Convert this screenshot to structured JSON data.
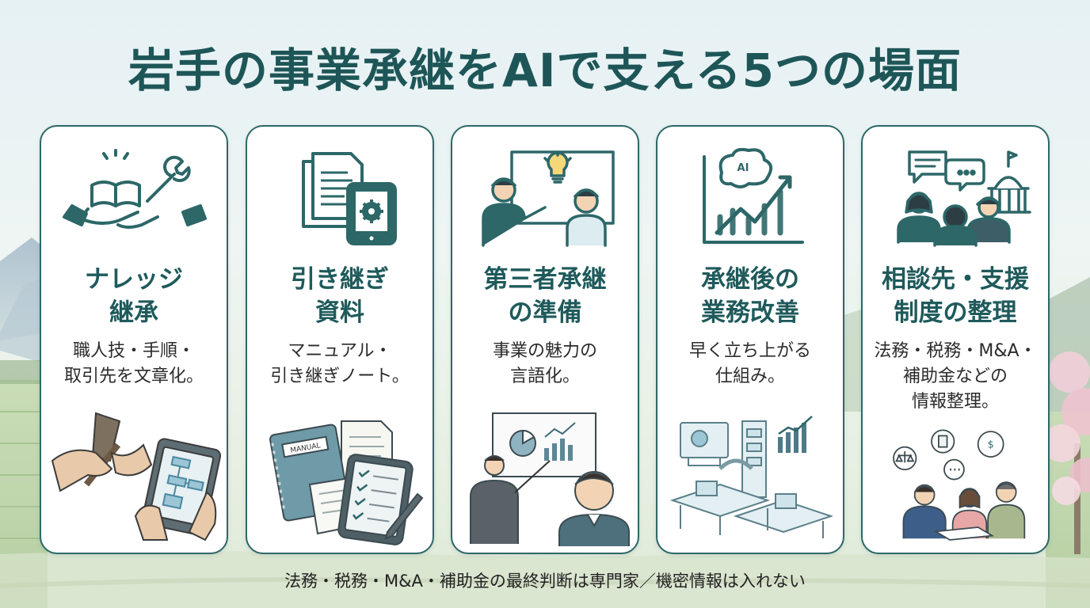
{
  "title": "岩手の事業承継をAIで支える5つの場面",
  "cards": [
    {
      "title": "ナレッジ\n継承",
      "desc": "職人技・手順・\n取引先を文章化。",
      "icon_top": "hands-book-wrench-icon",
      "illustration": "craftsman-hands-tablet-icon"
    },
    {
      "title": "引き継ぎ\n資料",
      "desc": "マニュアル・\n引き継ぎノート。",
      "icon_top": "documents-tablet-gear-icon",
      "illustration": "manual-notebook-tablet-checklist-icon",
      "notebook_label": "MANUAL"
    },
    {
      "title": "第三者承継\nの準備",
      "desc": "事業の魅力の\n言語化。",
      "icon_top": "presenter-lightbulb-icon",
      "illustration": "presentation-chart-people-icon"
    },
    {
      "title": "承継後の\n業務改善",
      "desc": "早く立ち上がる\n仕組み。",
      "icon_top": "ai-growth-chart-icon",
      "illustration": "automated-office-icon",
      "brain_label": "AI"
    },
    {
      "title": "相談先・支援\n制度の整理",
      "desc": "法務・税務・M&A・\n補助金などの\n情報整理。",
      "icon_top": "consultation-government-icon",
      "illustration": "advisory-meeting-icon"
    }
  ],
  "footer": "法務・税務・M&A・補助金の最終判断は専門家／機密情報は入れない",
  "colors": {
    "accent": "#2d6768",
    "title_text": "#1e5658",
    "card_bg": "#ffffff",
    "sky": "#e6f1f4"
  }
}
